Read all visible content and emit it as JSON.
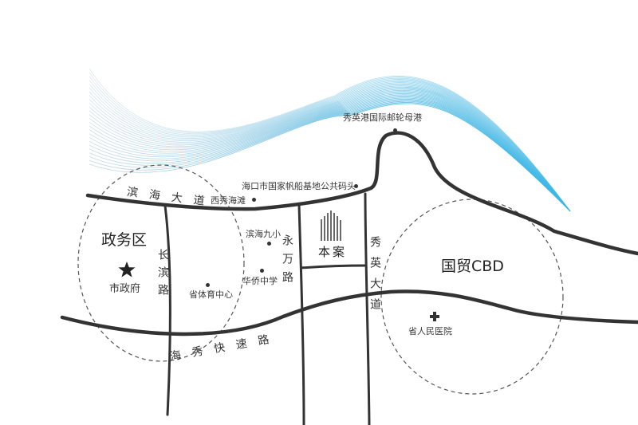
{
  "colors": {
    "road": "#333333",
    "wave_start": "#c9dbe6",
    "wave_end": "#38b6e6",
    "circle": "#555555",
    "text": "#333333"
  },
  "roads": {
    "binhai": "滨海大道",
    "changbin": "长滨路",
    "yongwan": "永万路",
    "xiuying": "秀英大道",
    "haixiu": "海秀快速路"
  },
  "zones": {
    "gov": "政务区",
    "cbd": "国贸CBD"
  },
  "pois": {
    "port": "秀英港国际邮轮母港",
    "sailing": "海口市国家帆船基地公共码头",
    "beach": "西秀海滩",
    "primary": "滨海九小",
    "middle": "华侨中学",
    "sports": "省体育中心",
    "hospital": "省人民医院",
    "cityhall": "市政府",
    "project": "本案"
  },
  "icons": {
    "cityhall": "star-icon",
    "hospital": "medical-cross-icon",
    "project": "building-icon"
  }
}
